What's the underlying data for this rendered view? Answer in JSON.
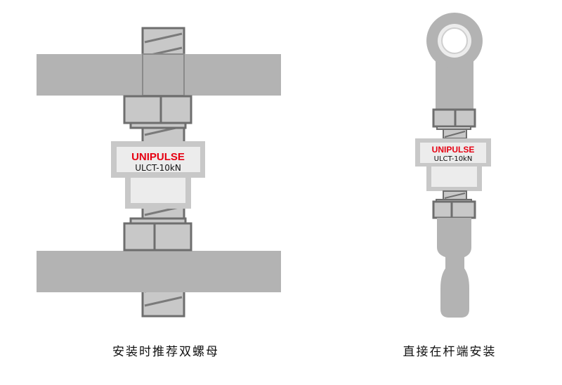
{
  "left_figure": {
    "brand": "UNIPULSE",
    "model": "ULCT-10kN",
    "caption": "安装时推荐双螺母"
  },
  "right_figure": {
    "brand": "UNIPULSE",
    "model": "ULCT-10kN",
    "caption": "直接在杆端安装"
  },
  "colors": {
    "brand": "#e60012",
    "plate": "#b3b3b3",
    "steel": "#c8c8c8",
    "outline": "#6e6e6e"
  }
}
